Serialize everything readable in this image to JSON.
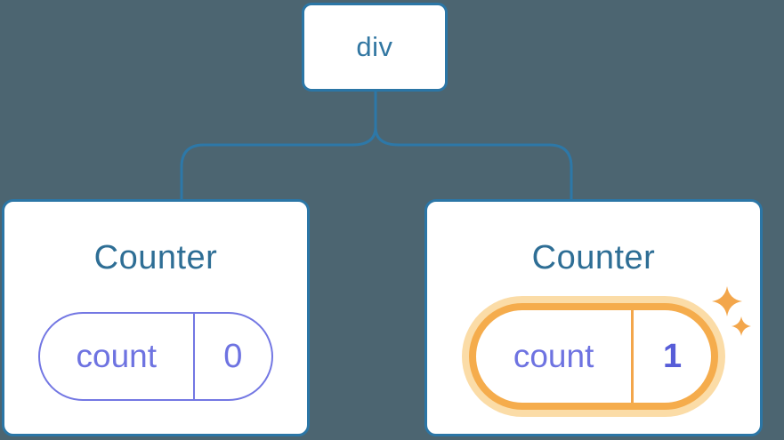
{
  "diagram": {
    "root": {
      "label": "div"
    },
    "children": [
      {
        "title": "Counter",
        "state": {
          "key": "count",
          "value": "0"
        },
        "highlighted": false
      },
      {
        "title": "Counter",
        "state": {
          "key": "count",
          "value": "1"
        },
        "highlighted": true
      }
    ]
  },
  "colors": {
    "background": "#4C6571",
    "card_background": "#FFFFFF",
    "node_border_blue": "#2B76A6",
    "connector_blue": "#2D78A8",
    "title_text_blue": "#2E6E95",
    "root_label_blue": "#3277A2",
    "state_purple": "#6E73E1",
    "state_value_bold_purple": "#575DD8",
    "highlight_orange": "#F5AC4C",
    "highlight_glow_orange": "#FBDCA7",
    "sparkle_orange": "#F3A64B"
  }
}
